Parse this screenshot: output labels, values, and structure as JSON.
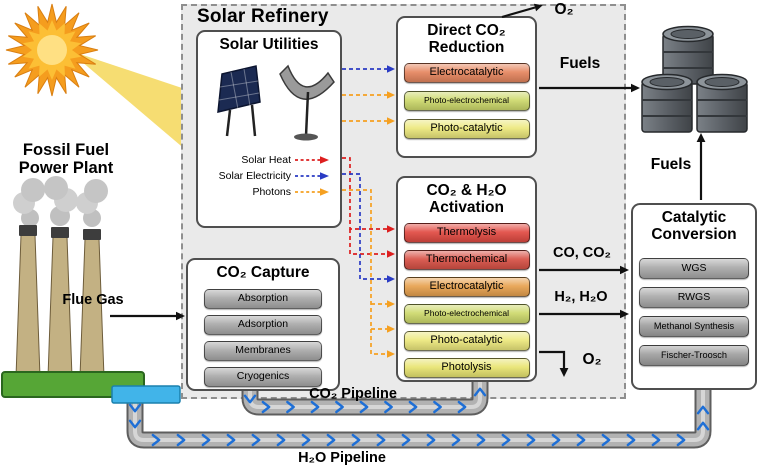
{
  "refinery": {
    "title": "Solar Refinery"
  },
  "power_plant": {
    "label": "Fossil Fuel\nPower Plant",
    "flue_gas": "Flue Gas"
  },
  "solar_utilities": {
    "title": "Solar Utilities",
    "legend": [
      {
        "label": "Solar Heat",
        "color": "#dd1f1f"
      },
      {
        "label": "Solar Electricity",
        "color": "#2a3bc4"
      },
      {
        "label": "Photons",
        "color": "#f5a021"
      }
    ]
  },
  "direct_reduction": {
    "title": "Direct CO₂\nReduction",
    "items": [
      {
        "label": "Electrocatalytic",
        "color": "#e5855e"
      },
      {
        "label": "Photo-electrochemical",
        "color": "#cdd96b"
      },
      {
        "label": "Photo-catalytic",
        "color": "#ece87c"
      }
    ]
  },
  "activation": {
    "title": "CO₂ & H₂O\nActivation",
    "items": [
      {
        "label": "Thermolysis",
        "color": "#e14a42"
      },
      {
        "label": "Thermochemical",
        "color": "#d85146"
      },
      {
        "label": "Electrocatalytic",
        "color": "#e7a14e"
      },
      {
        "label": "Photo-electrochemical",
        "color": "#cdd96b"
      },
      {
        "label": "Photo-catalytic",
        "color": "#ece87c"
      },
      {
        "label": "Photolysis",
        "color": "#e8e470"
      }
    ]
  },
  "co2_capture": {
    "title": "CO₂ Capture",
    "items": [
      {
        "label": "Absorption",
        "color": "#a9a9a9"
      },
      {
        "label": "Adsorption",
        "color": "#a9a9a9"
      },
      {
        "label": "Membranes",
        "color": "#a9a9a9"
      },
      {
        "label": "Cryogenics",
        "color": "#a9a9a9"
      }
    ]
  },
  "catalytic_conversion": {
    "title": "Catalytic\nConversion",
    "items": [
      {
        "label": "WGS",
        "color": "#a9a9a9"
      },
      {
        "label": "RWGS",
        "color": "#a9a9a9"
      },
      {
        "label": "Methanol Synthesis",
        "color": "#9e9e9e"
      },
      {
        "label": "Fischer-Troosch",
        "color": "#9e9e9e"
      }
    ]
  },
  "streams": {
    "o2_top": "O₂",
    "fuels_top": "Fuels",
    "co_co2": "CO, CO₂",
    "h2_h2o": "H₂, H₂O",
    "o2_bottom": "O₂",
    "fuels_right": "Fuels",
    "co2_pipeline": "CO₂ Pipeline",
    "h2o_pipeline": "H₂O Pipeline"
  }
}
